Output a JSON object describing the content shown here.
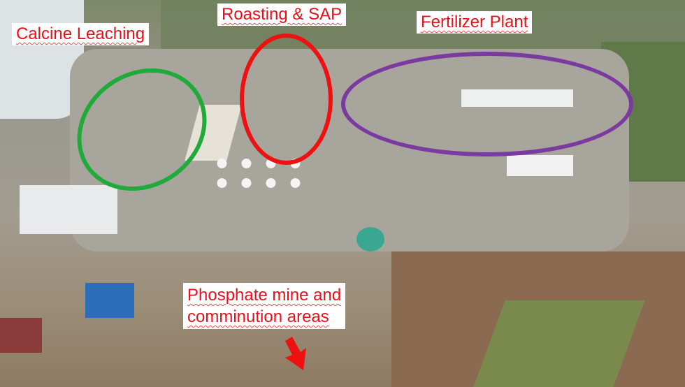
{
  "labels": {
    "calcine": "Calcine Leaching",
    "roasting": "Roasting & SAP",
    "fertilizer": "Fertilizer Plant",
    "phosphate_line1": "Phosphate mine and",
    "phosphate_line2": "comminution areas"
  },
  "colors": {
    "label_text": "#e8101a",
    "green_ellipse": "#1faa3a",
    "red_ellipse": "#ee1111",
    "purple_ellipse": "#7a3aa0",
    "arrow": "#ee1111"
  }
}
